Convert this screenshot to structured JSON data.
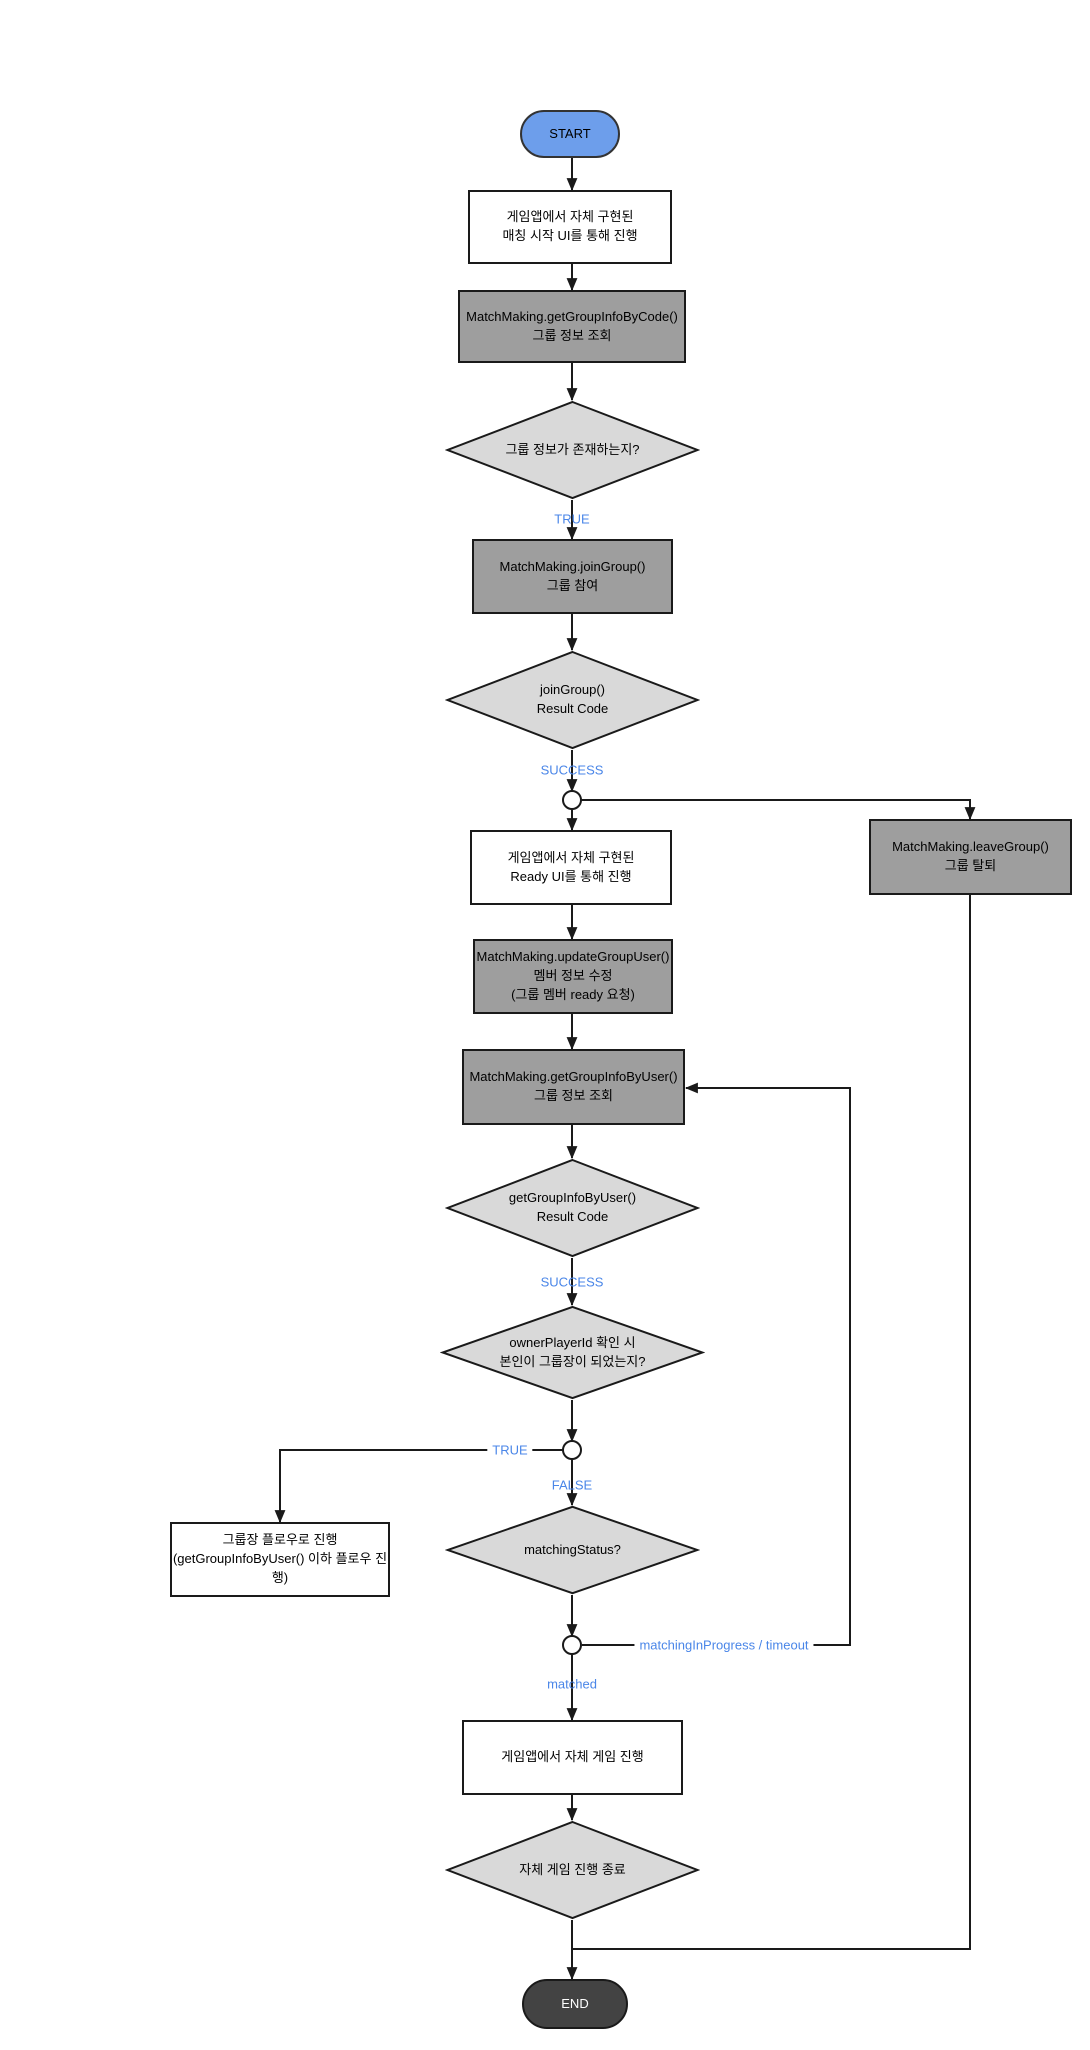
{
  "diagram": {
    "title": "MatchMaking group join flow",
    "nodes": {
      "start": {
        "label": "START"
      },
      "box_match_ui": {
        "label": "게임앱에서 자체 구현된\n매칭 시작 UI를 통해 진행"
      },
      "box_get_group_info_by_code": {
        "label": "MatchMaking.getGroupInfoByCode()\n그룹 정보 조회"
      },
      "diamond_group_exists": {
        "label": "그룹 정보가 존재하는지?"
      },
      "box_join_group": {
        "label": "MatchMaking.joinGroup()\n그룹 참여"
      },
      "diamond_join_result": {
        "label": "joinGroup()\nResult Code"
      },
      "box_ready_ui": {
        "label": "게임앱에서 자체 구현된\nReady UI를 통해 진행"
      },
      "box_update_group_user": {
        "label": "MatchMaking.updateGroupUser()\n멤버 정보 수정\n(그룹 멤버 ready 요청)"
      },
      "box_get_group_info_by_user": {
        "label": "MatchMaking.getGroupInfoByUser()\n그룹 정보 조회"
      },
      "diamond_get_info_result": {
        "label": "getGroupInfoByUser()\nResult Code"
      },
      "diamond_owner_check": {
        "label": "ownerPlayerId 확인 시\n본인이 그룹장이 되었는지?"
      },
      "box_owner_flow": {
        "label": "그룹장 플로우로 진행\n(getGroupInfoByUser() 이하 플로우 진행)"
      },
      "diamond_matching_status": {
        "label": "matchingStatus?"
      },
      "box_game_play": {
        "label": "게임앱에서 자체 게임 진행"
      },
      "diamond_game_end": {
        "label": "자체 게임 진행 종료"
      },
      "box_leave_group": {
        "label": "MatchMaking.leaveGroup()\n그룹 탈퇴"
      },
      "end": {
        "label": "END"
      }
    },
    "edge_labels": {
      "true_1": "TRUE",
      "success_1": "SUCCESS",
      "success_2": "SUCCESS",
      "true_2": "TRUE",
      "false_1": "FALSE",
      "matching_in_progress": "matchingInProgress / timeout",
      "matched": "matched"
    },
    "colors": {
      "start_fill": "#6d9eeb",
      "end_fill": "#434343",
      "process_gray_fill": "#9e9e9e",
      "decision_fill": "#d9d9d9",
      "line": "#1a1a1a",
      "edge_label_blue": "#4a86e8",
      "background": "#ffffff"
    }
  }
}
